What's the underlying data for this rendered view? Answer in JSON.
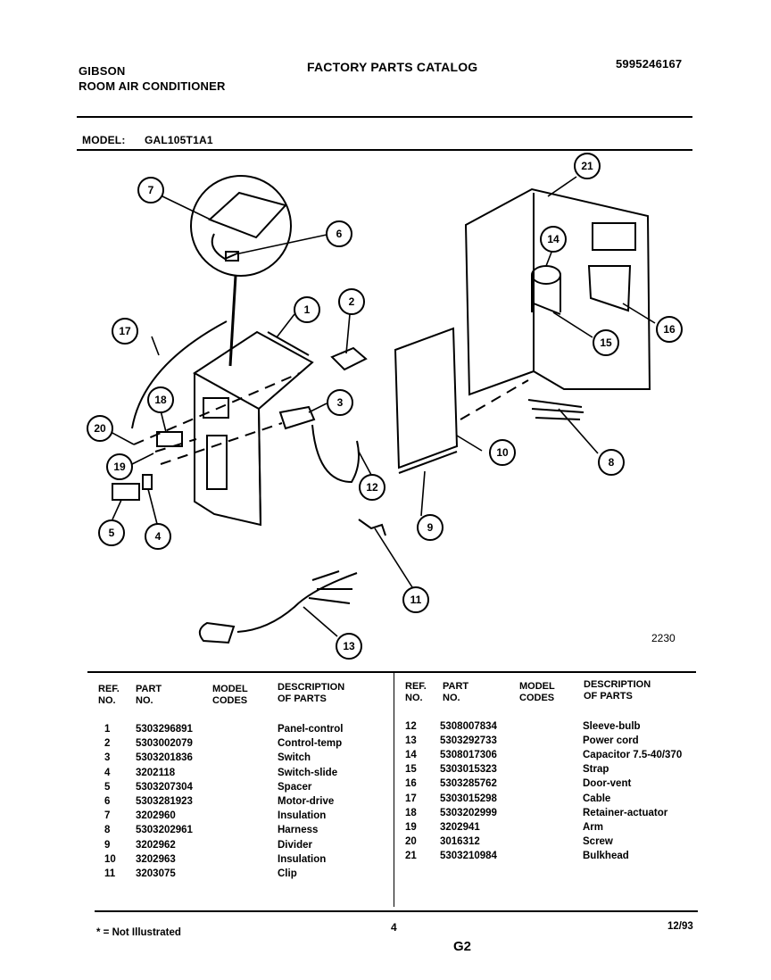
{
  "header": {
    "brand": "GIBSON",
    "product": "ROOM AIR CONDITIONER",
    "catalog_title": "FACTORY PARTS CATALOG",
    "catalog_number": "5995246167",
    "model_label": "MODEL:",
    "model_value": "GAL105T1A1"
  },
  "diagram": {
    "figure_number": "2230",
    "callouts": [
      "1",
      "2",
      "3",
      "4",
      "5",
      "6",
      "7",
      "8",
      "9",
      "10",
      "11",
      "12",
      "13",
      "14",
      "15",
      "16",
      "17",
      "18",
      "19",
      "20",
      "21"
    ]
  },
  "table": {
    "col_ref": "REF.\nNO.",
    "col_part": "PART\nNO.",
    "col_model": "MODEL\nCODES",
    "col_desc": "DESCRIPTION\nOF PARTS",
    "left_rows": [
      {
        "ref": "1",
        "part": "5303296891",
        "desc": "Panel-control"
      },
      {
        "ref": "2",
        "part": "5303002079",
        "desc": "Control-temp"
      },
      {
        "ref": "3",
        "part": "5303201836",
        "desc": "Switch"
      },
      {
        "ref": "4",
        "part": "3202118",
        "desc": "Switch-slide"
      },
      {
        "ref": "5",
        "part": "5303207304",
        "desc": "Spacer"
      },
      {
        "ref": "6",
        "part": "5303281923",
        "desc": "Motor-drive"
      },
      {
        "ref": "7",
        "part": "3202960",
        "desc": "Insulation"
      },
      {
        "ref": "8",
        "part": "5303202961",
        "desc": "Harness"
      },
      {
        "ref": "9",
        "part": "3202962",
        "desc": "Divider"
      },
      {
        "ref": "10",
        "part": "3202963",
        "desc": "Insulation"
      },
      {
        "ref": "11",
        "part": "3203075",
        "desc": "Clip"
      }
    ],
    "right_rows": [
      {
        "ref": "12",
        "part": "5308007834",
        "desc": "Sleeve-bulb"
      },
      {
        "ref": "13",
        "part": "5303292733",
        "desc": "Power cord"
      },
      {
        "ref": "14",
        "part": "5308017306",
        "desc": "Capacitor 7.5-40/370"
      },
      {
        "ref": "15",
        "part": "5303015323",
        "desc": "Strap"
      },
      {
        "ref": "16",
        "part": "5303285762",
        "desc": "Door-vent"
      },
      {
        "ref": "17",
        "part": "5303015298",
        "desc": "Cable"
      },
      {
        "ref": "18",
        "part": "5303202999",
        "desc": "Retainer-actuator"
      },
      {
        "ref": "19",
        "part": "3202941",
        "desc": "Arm"
      },
      {
        "ref": "20",
        "part": "3016312",
        "desc": "Screw"
      },
      {
        "ref": "21",
        "part": "5303210984",
        "desc": "Bulkhead"
      }
    ]
  },
  "footer": {
    "note": "* = Not Illustrated",
    "page": "4",
    "date": "12/93",
    "section": "G2"
  }
}
